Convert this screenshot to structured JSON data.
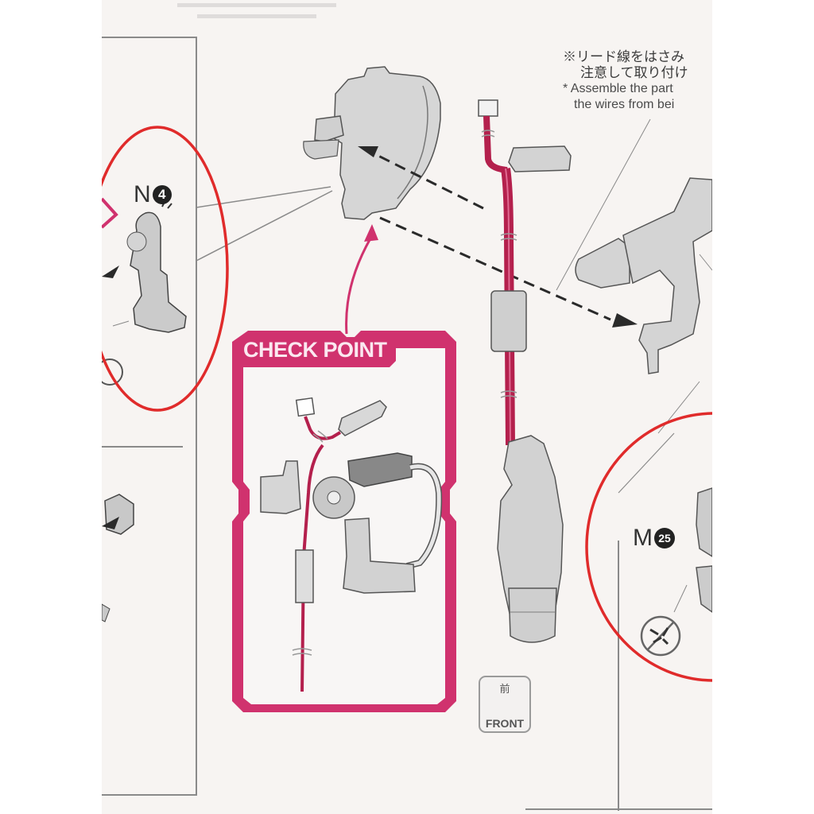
{
  "document": {
    "type": "model kit assembly instructions (scanned page)",
    "accent_color": "#d0326e",
    "callout_color": "#e02b2b"
  },
  "note": {
    "jp_line1": "※リード線をはさみ",
    "jp_line2": "注意して取り付け",
    "en_line1": "* Assemble the part",
    "en_line2": "the wires from bei"
  },
  "parts": {
    "left_label_letter": "N",
    "left_label_number": "4",
    "right_label_letter": "M",
    "right_label_number": "25"
  },
  "checkpoint": {
    "title": "CHECK POINT"
  },
  "front_indicator": {
    "kanji": "前",
    "label": "FRONT"
  },
  "icons": {
    "no_cut": "prohibited-cutter-icon",
    "arrow": "insert-arrow-icon"
  }
}
